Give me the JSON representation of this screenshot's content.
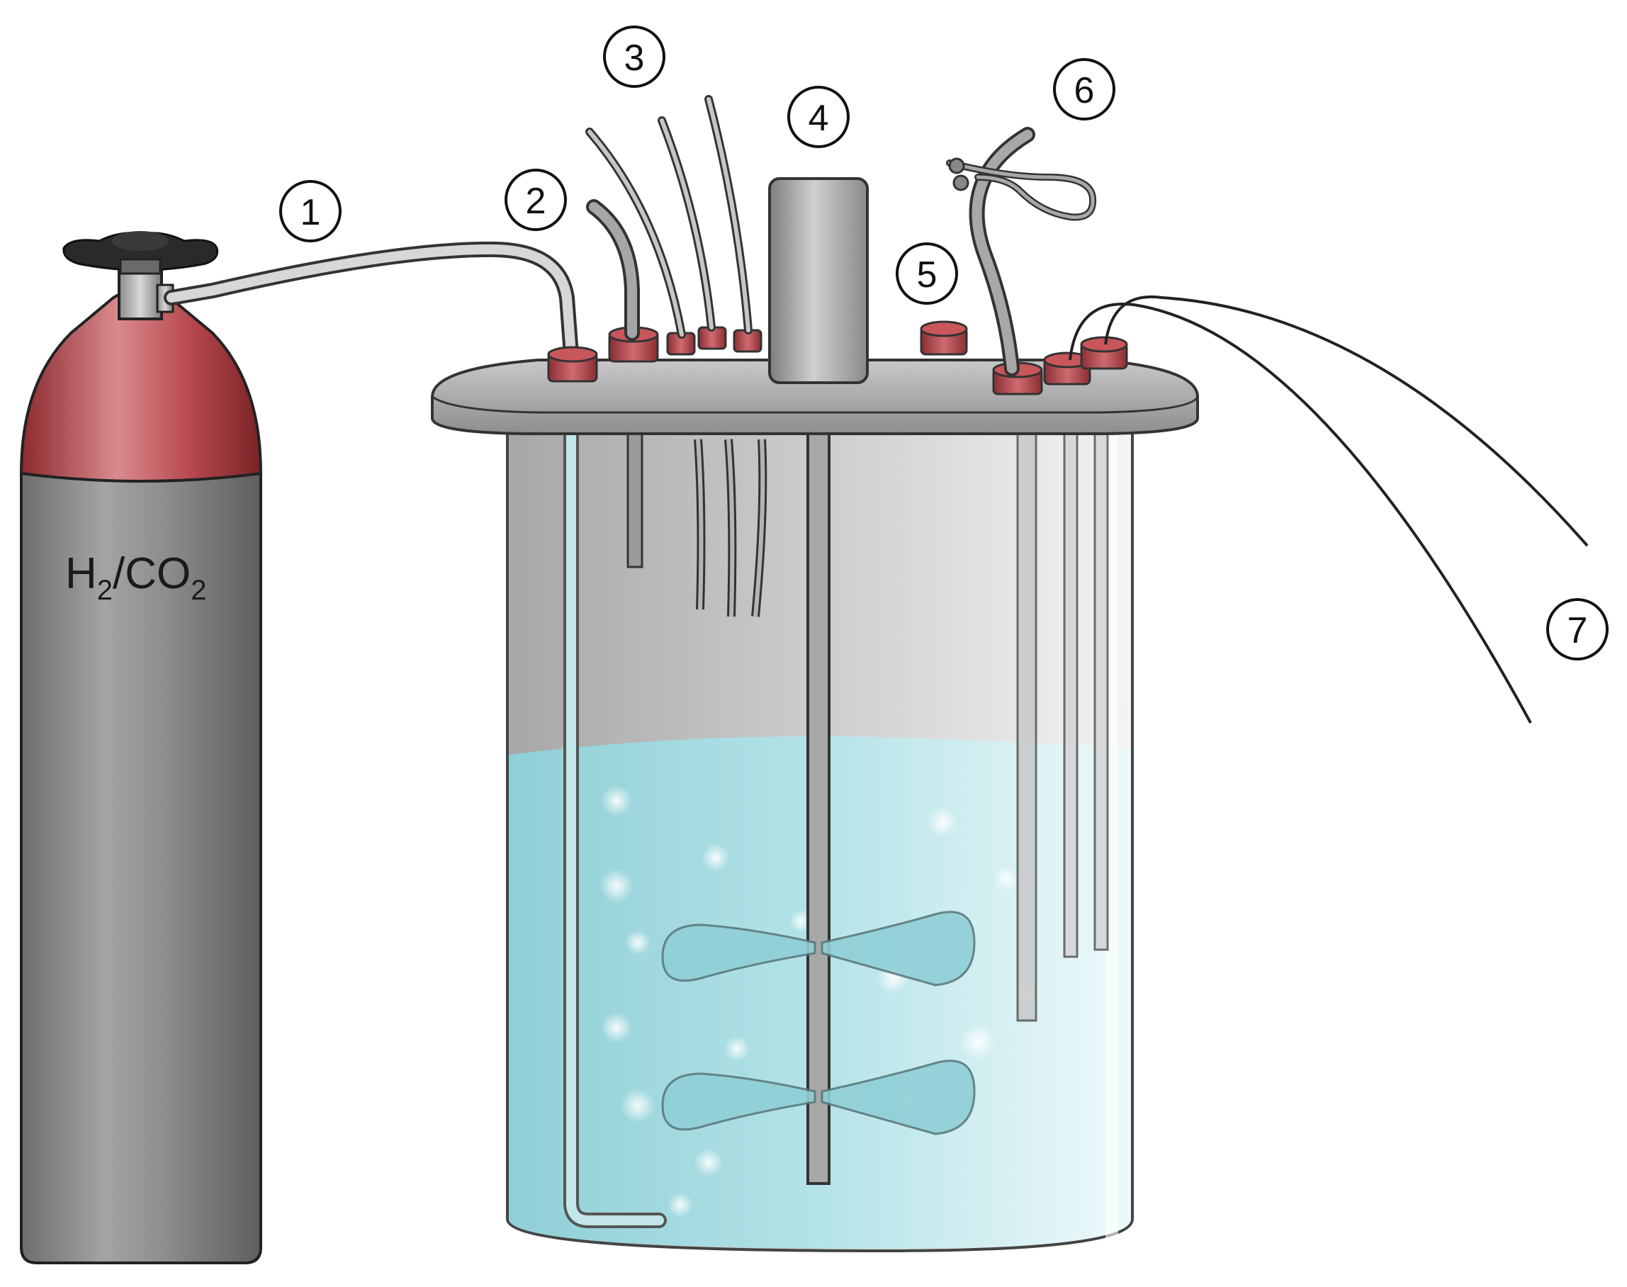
{
  "cylinder": {
    "label_main_1": "H",
    "label_sub_1": "2",
    "label_main_2": "/CO",
    "label_sub_2": "2"
  },
  "callouts": [
    {
      "id": "1",
      "text": "1"
    },
    {
      "id": "2",
      "text": "2"
    },
    {
      "id": "3",
      "text": "3"
    },
    {
      "id": "4",
      "text": "4"
    },
    {
      "id": "5",
      "text": "5"
    },
    {
      "id": "6",
      "text": "6"
    },
    {
      "id": "7",
      "text": "7"
    }
  ],
  "colors": {
    "cylinder_body": "#8a8a8a",
    "cylinder_shoulder": "#b5373c",
    "liquid": "#a8dde3",
    "port_cap": "#b8464b",
    "lid": "#b9b9b9"
  }
}
